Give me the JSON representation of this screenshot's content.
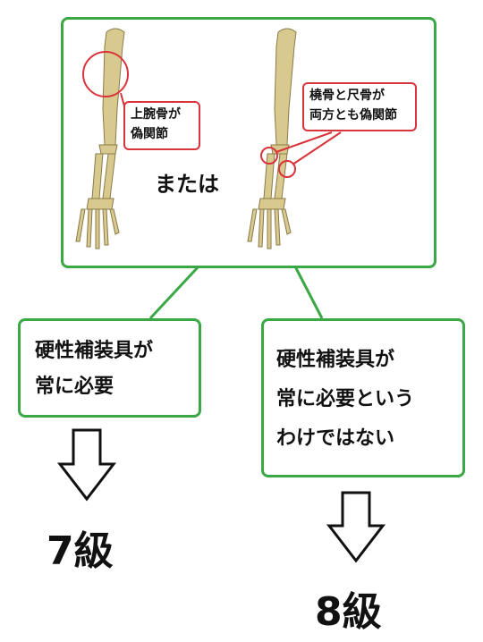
{
  "top_panel": {
    "left_label": [
      "上腕骨が",
      "偽関節"
    ],
    "middle_text": "または",
    "right_label": [
      "橈骨と尺骨が",
      "両方とも偽関節"
    ]
  },
  "left_box": {
    "lines": [
      "硬性補装具が",
      "常に必要"
    ]
  },
  "right_box": {
    "lines": [
      "硬性補装具が",
      "常に必要という",
      "わけではない"
    ]
  },
  "grades": {
    "left": "7級",
    "right": "8級"
  },
  "colors": {
    "box_border": "#3aa844",
    "highlight": "#d9343b",
    "bone": "#d8c98f"
  }
}
